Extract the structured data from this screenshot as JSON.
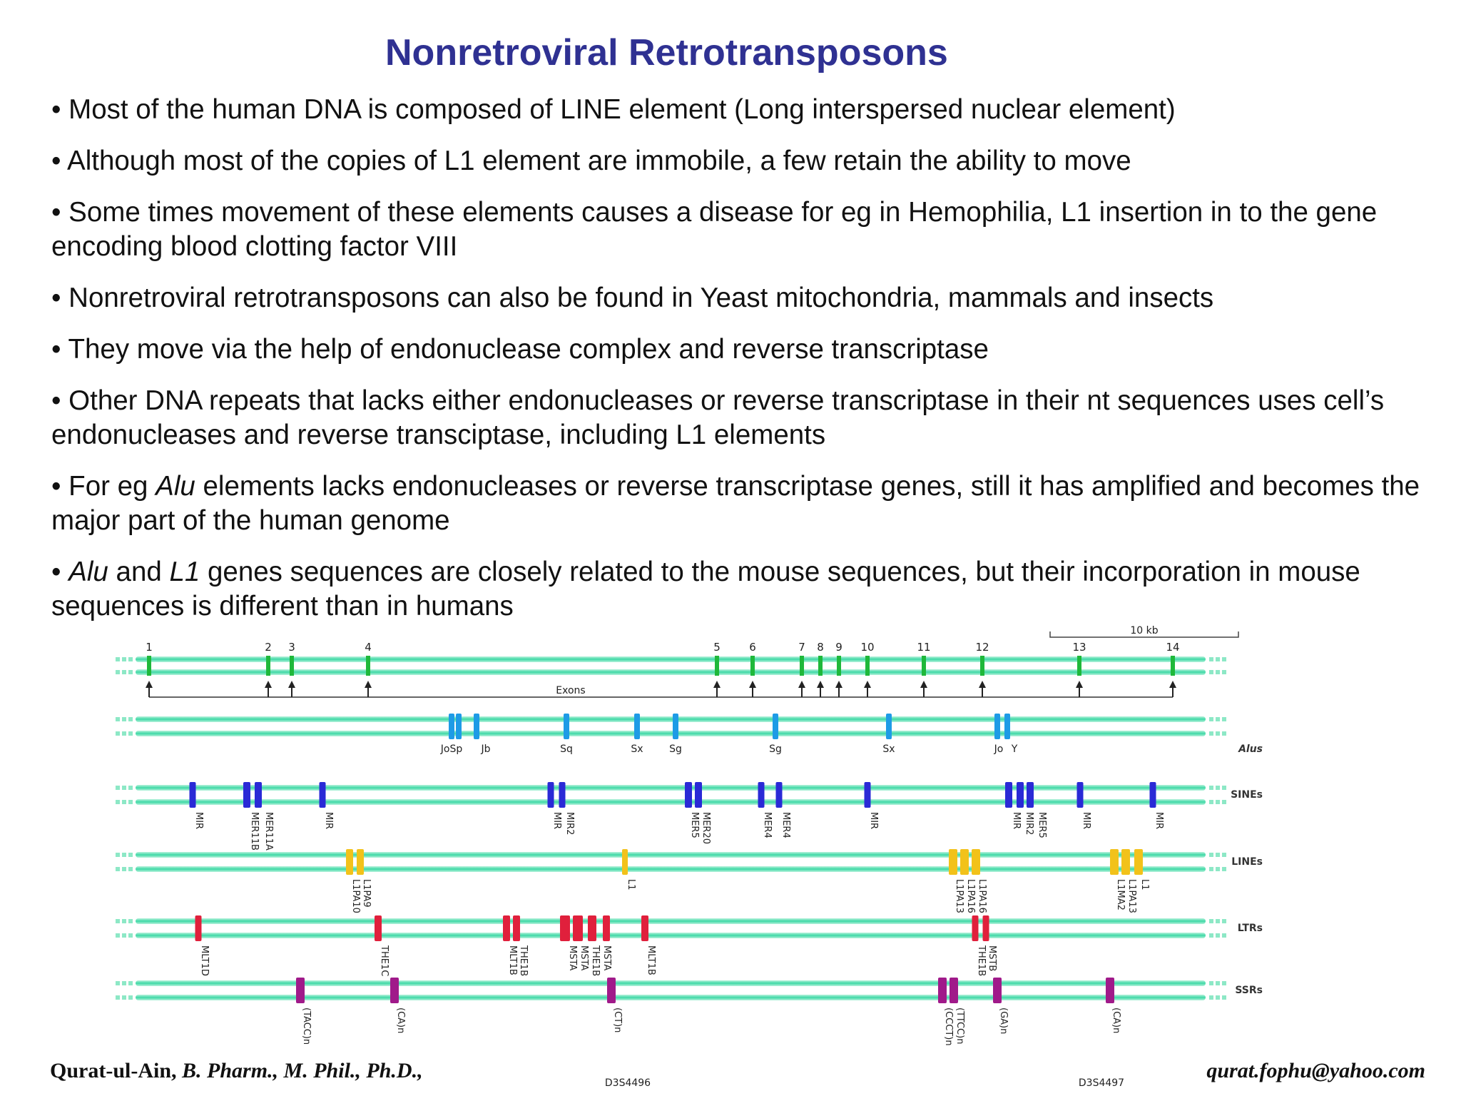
{
  "title": "Nonretroviral Retrotransposons",
  "bullets": [
    {
      "parts": [
        {
          "t": "• Most of the human DNA is composed of LINE element (Long interspersed nuclear element)"
        }
      ]
    },
    {
      "parts": [
        {
          "t": "• Although most of the copies of L1 element are immobile, a few retain the ability to move"
        }
      ]
    },
    {
      "parts": [
        {
          "t": "• Some times movement of these elements causes a disease for eg in Hemophilia, L1 insertion in to the gene encoding blood clotting factor VIII"
        }
      ]
    },
    {
      "parts": [
        {
          "t": "• Nonretroviral retrotransposons can also be found in Yeast mitochondria, mammals and insects"
        }
      ]
    },
    {
      "parts": [
        {
          "t": "• They move via the help of endonuclease complex and reverse transcriptase"
        }
      ]
    },
    {
      "parts": [
        {
          "t": "• Other DNA repeats that lacks either endonucleases or reverse transcriptase in their nt sequences uses cell’s endonucleases and reverse transciptase, including L1 elements"
        }
      ]
    },
    {
      "parts": [
        {
          "t": "• For eg "
        },
        {
          "t": "Alu",
          "i": true
        },
        {
          "t": " elements lacks endonucleases or reverse transcriptase genes, still it has amplified and becomes the major part of the human genome"
        }
      ]
    },
    {
      "parts": [
        {
          "t": "• "
        },
        {
          "t": "Alu",
          "i": true
        },
        {
          "t": " and "
        },
        {
          "t": "L1",
          "i": true
        },
        {
          "t": " genes sequences are closely related to the mouse sequences, but their incorporation in mouse sequences is different  than in humans"
        }
      ]
    }
  ],
  "diagram": {
    "scale_label": "10 kb",
    "exons_label": "Exons",
    "exons": [
      "1",
      "2",
      "3",
      "4",
      "5",
      "6",
      "7",
      "8",
      "9",
      "10",
      "11",
      "12",
      "13",
      "14"
    ],
    "tracks": [
      {
        "name": "Alus",
        "color": "#1e9be6",
        "labels": [
          "JoSp",
          "Jb",
          "Sq",
          "Sx",
          "Sg",
          "Sg",
          "Sx",
          "Jo",
          "Y"
        ]
      },
      {
        "name": "SINEs",
        "color": "#2a2ad6",
        "labels": [
          "MIR",
          "MER11B",
          "MER11A",
          "MIR",
          "MIR",
          "MIR2",
          "MER5",
          "MER20",
          "MER4",
          "MER4",
          "MIR",
          "MIR",
          "MIR2",
          "MER5",
          "MIR",
          "MIR"
        ]
      },
      {
        "name": "LINEs",
        "color": "#f2c21a",
        "labels": [
          "L1PA10",
          "L1PA9",
          "L1",
          "L1PA13",
          "L1PA16",
          "L1PA16",
          "L1MA2",
          "L1PA13",
          "L1"
        ]
      },
      {
        "name": "LTRs",
        "color": "#e0203c",
        "labels": [
          "MLT1D",
          "THE1C",
          "MLT1B",
          "THE1B",
          "MSTA",
          "MSTA",
          "THE1B",
          "MSTA",
          "MLT1B",
          "THE1B",
          "MSTB"
        ]
      },
      {
        "name": "SSRs",
        "color": "#a01a8a",
        "labels": [
          "(TACC)n",
          "(CA)n",
          "(CT)n",
          "(CCCT)n",
          "(TTCC)n",
          "(GA)n",
          "(CA)n"
        ]
      }
    ],
    "markers": [
      "D3S4496",
      "D3S4497"
    ]
  },
  "footer": {
    "author": "Qurat-ul-Ain, ",
    "qualifications": "B. Pharm., M. Phil., Ph.D.,",
    "email": "qurat.fophu@yahoo.com"
  }
}
